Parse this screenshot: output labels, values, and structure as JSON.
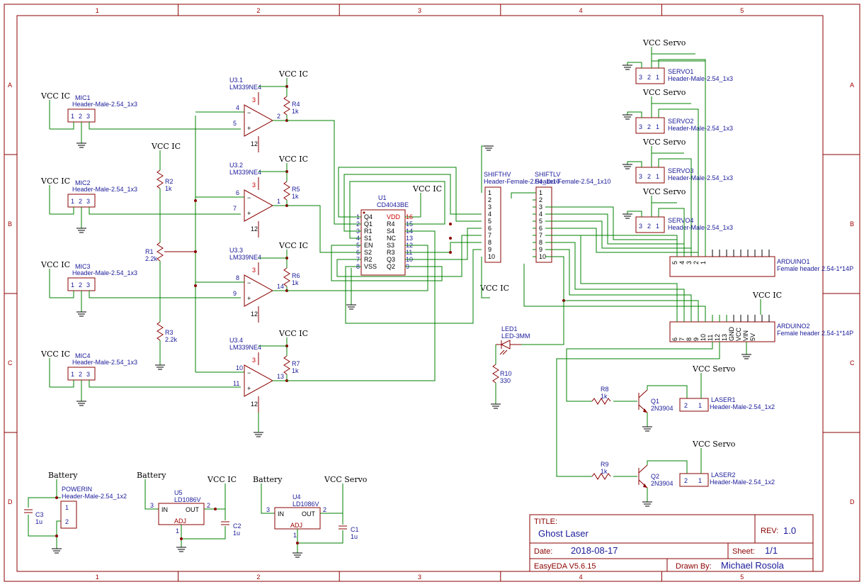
{
  "frame": {
    "columns": [
      "1",
      "2",
      "3",
      "4",
      "5"
    ],
    "rows": [
      "A",
      "B",
      "C",
      "D"
    ]
  },
  "title_block": {
    "title_label": "TITLE:",
    "title": "Ghost Laser",
    "rev_label": "REV:",
    "rev": "1.0",
    "date_label": "Date:",
    "date": "2018-08-17",
    "sheet_label": "Sheet:",
    "sheet": "1/1",
    "tool": "EasyEDA V5.6.15",
    "drawn_label": "Drawn By:",
    "drawn_by": "Michael Rosola"
  },
  "nets": {
    "vcc_ic": "VCC IC",
    "vcc_servo": "VCC Servo",
    "battery": "Battery"
  },
  "mics": [
    {
      "ref": "MIC1",
      "part": "Header-Male-2.54_1x3"
    },
    {
      "ref": "MIC2",
      "part": "Header-Male-2.54_1x3"
    },
    {
      "ref": "MIC3",
      "part": "Header-Male-2.54_1x3"
    },
    {
      "ref": "MIC4",
      "part": "Header-Male-2.54_1x3"
    }
  ],
  "comparators": [
    {
      "ref": "U3.1",
      "part": "LM339NE4",
      "in_minus": "4",
      "in_plus": "5",
      "out": "2",
      "vcc": "3",
      "gnd": "12"
    },
    {
      "ref": "U3.2",
      "part": "LM339NE4",
      "in_minus": "6",
      "in_plus": "7",
      "out": "1",
      "vcc": "3",
      "gnd": "12"
    },
    {
      "ref": "U3.3",
      "part": "LM339NE4",
      "in_minus": "8",
      "in_plus": "9",
      "out": "14",
      "vcc": "3",
      "gnd": "12"
    },
    {
      "ref": "U3.4",
      "part": "LM339NE4",
      "in_minus": "10",
      "in_plus": "11",
      "out": "13",
      "vcc": "3",
      "gnd": "12"
    }
  ],
  "pullups": [
    {
      "ref": "R4",
      "value": "1k"
    },
    {
      "ref": "R5",
      "value": "1k"
    },
    {
      "ref": "R6",
      "value": "1k"
    },
    {
      "ref": "R7",
      "value": "1k"
    }
  ],
  "divider": [
    {
      "ref": "R2",
      "value": "1k"
    },
    {
      "ref": "R1",
      "value": "2.2k"
    },
    {
      "ref": "R3",
      "value": "2.2k"
    }
  ],
  "latch": {
    "ref": "U1",
    "part": "CD4043BE",
    "left_pins": [
      [
        "1",
        "Q4"
      ],
      [
        "2",
        "Q1"
      ],
      [
        "3",
        "R1"
      ],
      [
        "4",
        "S1"
      ],
      [
        "5",
        "EN"
      ],
      [
        "6",
        "S2"
      ],
      [
        "7",
        "R2"
      ],
      [
        "8",
        "VSS"
      ]
    ],
    "right_pins": [
      [
        "16",
        "VDD"
      ],
      [
        "15",
        "R4"
      ],
      [
        "14",
        "S4"
      ],
      [
        "13",
        "NC"
      ],
      [
        "12",
        "S3"
      ],
      [
        "11",
        "R3"
      ],
      [
        "10",
        "Q3"
      ],
      [
        "9",
        "Q2"
      ]
    ]
  },
  "shift": [
    {
      "ref": "SHIFTHV",
      "part": "Header-Female-2.54_1x10",
      "pins": [
        "1",
        "2",
        "3",
        "4",
        "5",
        "6",
        "7",
        "8",
        "9",
        "10"
      ]
    },
    {
      "ref": "SHIFTLV",
      "part": "Header-Female-2.54_1x10",
      "pins": [
        "1",
        "2",
        "3",
        "4",
        "5",
        "6",
        "7",
        "8",
        "9",
        "10"
      ]
    }
  ],
  "servos": [
    {
      "ref": "SERVO1",
      "part": "Header-Male-2.54_1x3"
    },
    {
      "ref": "SERVO2",
      "part": "Header-Male-2.54_1x3"
    },
    {
      "ref": "SERVO3",
      "part": "Header-Male-2.54_1x3"
    },
    {
      "ref": "SERVO4",
      "part": "Header-Male-2.54_1x3"
    }
  ],
  "arduino1": {
    "ref": "ARDUINO1",
    "part": "Female header 2.54-1*14P",
    "pins": [
      "5",
      "4",
      "3",
      "2",
      "1"
    ]
  },
  "arduino2": {
    "ref": "ARDUINO2",
    "part": "Female header 2.54-1*14P",
    "pins": [
      "6",
      "7",
      "8",
      "9",
      "10",
      "11",
      "12",
      "13",
      "GND",
      "VCC",
      "VIN",
      "5V"
    ]
  },
  "led": {
    "ref": "LED1",
    "part": "LED-3MM"
  },
  "r10": {
    "ref": "R10",
    "value": "330"
  },
  "lasers": [
    {
      "r_ref": "R8",
      "r_val": "1k",
      "q_ref": "Q1",
      "q_part": "2N3904",
      "ref": "LASER1",
      "part": "Header-Male-2.54_1x2"
    },
    {
      "r_ref": "R9",
      "r_val": "1k",
      "q_ref": "Q2",
      "q_part": "2N3904",
      "ref": "LASER2",
      "part": "Header-Male-2.54_1x2"
    }
  ],
  "power": {
    "powerin": {
      "ref": "POWERIN",
      "part": "Header-Male-2.54_1x2"
    },
    "c3": {
      "ref": "C3",
      "value": "1u"
    },
    "u5": {
      "ref": "U5",
      "part": "LD1086V",
      "in": "IN",
      "out": "OUT",
      "adj": "ADJ"
    },
    "c2": {
      "ref": "C2",
      "value": "1u"
    },
    "u4": {
      "ref": "U4",
      "part": "LD1086V",
      "in": "IN",
      "out": "OUT",
      "adj": "ADJ"
    },
    "c1": {
      "ref": "C1",
      "value": "1u"
    }
  }
}
